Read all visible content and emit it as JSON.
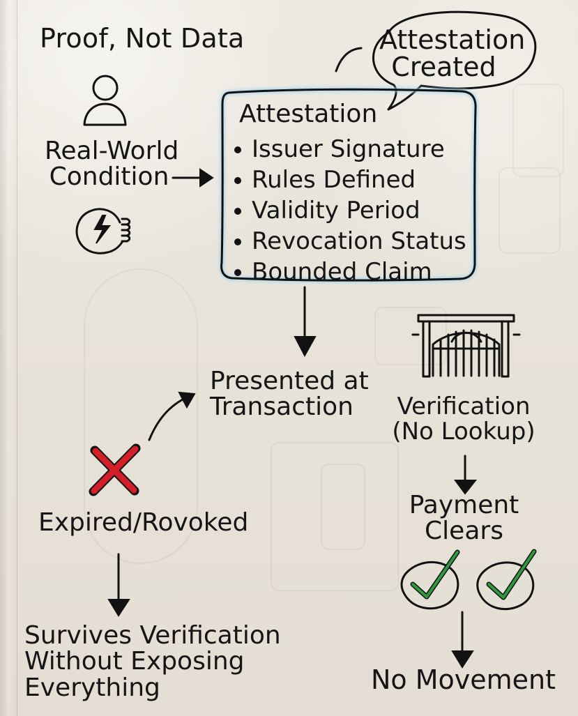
{
  "diagram": {
    "title": "Proof, Not Data",
    "nodes": {
      "condition": {
        "label_line_1": "Real-World",
        "label_line_2": "Condition",
        "icons": [
          "person-icon",
          "power-coil-icon"
        ]
      },
      "attestation_created_bubble": {
        "line_1": "Attestation",
        "line_2": "Created",
        "icon": "speech-bubble-icon"
      },
      "attestation_box": {
        "title": "Attestation",
        "items": [
          "Issuer Signature",
          "Rules Defined",
          "Validity Period",
          "Revocation Status",
          "Bounded Claim"
        ]
      },
      "presented": {
        "line_1": "Presented at",
        "line_2": "Transaction"
      },
      "verification": {
        "line_1": "Verification",
        "line_2": "(No Lookup)",
        "icon": "gate-icon"
      },
      "payment": {
        "line_1": "Payment",
        "line_2": "Clears",
        "icons": [
          "check-circle-icon",
          "check-circle-icon"
        ]
      },
      "expired": {
        "label": "Expired/Rovoked",
        "icon": "red-x-icon"
      },
      "survives": {
        "line_1": "Survives Verification",
        "line_2": "Without Exposing",
        "line_3": "Everything"
      },
      "no_movement": {
        "label": "No Movement"
      }
    },
    "colors": {
      "paper": "#e9e4db",
      "ink": "#111111",
      "highlight_blue": "#9fd4f2",
      "red_x": "#d21f2a",
      "green_check": "#2d9a40"
    }
  }
}
